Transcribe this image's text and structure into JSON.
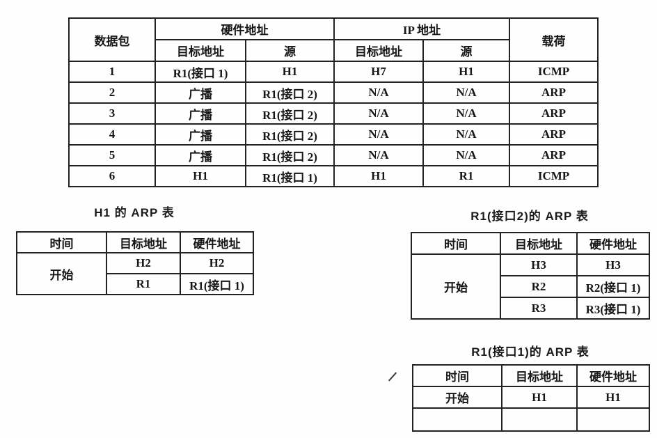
{
  "packet_table": {
    "headers": {
      "packet": "数据包",
      "hardware_group": "硬件地址",
      "ip_group": "IP 地址",
      "payload": "载荷",
      "hw_dest": "目标地址",
      "hw_src": "源",
      "ip_dest": "目标地址",
      "ip_src": "源"
    },
    "rows": [
      [
        "1",
        "R1(接口 1)",
        "H1",
        "H7",
        "H1",
        "ICMP"
      ],
      [
        "2",
        "广播",
        "R1(接口 2)",
        "N/A",
        "N/A",
        "ARP"
      ],
      [
        "3",
        "广播",
        "R1(接口 2)",
        "N/A",
        "N/A",
        "ARP"
      ],
      [
        "4",
        "广播",
        "R1(接口 2)",
        "N/A",
        "N/A",
        "ARP"
      ],
      [
        "5",
        "广播",
        "R1(接口 2)",
        "N/A",
        "N/A",
        "ARP"
      ],
      [
        "6",
        "H1",
        "R1(接口 1)",
        "H1",
        "R1",
        "ICMP"
      ]
    ]
  },
  "h1_arp": {
    "title": "H1 的 ARP 表",
    "headers": {
      "time": "时间",
      "dest": "目标地址",
      "hw": "硬件地址"
    },
    "time_value": "开始",
    "rows": [
      [
        "H2",
        "H2"
      ],
      [
        "R1",
        "R1(接口 1)"
      ]
    ]
  },
  "r1_if2_arp": {
    "title": "R1(接口2)的 ARP 表",
    "headers": {
      "time": "时间",
      "dest": "目标地址",
      "hw": "硬件地址"
    },
    "time_value": "开始",
    "rows": [
      [
        "H3",
        "H3"
      ],
      [
        "R2",
        "R2(接口 1)"
      ],
      [
        "R3",
        "R3(接口 1)"
      ]
    ]
  },
  "r1_if1_arp": {
    "title": "R1(接口1)的 ARP 表",
    "headers": {
      "time": "时间",
      "dest": "目标地址",
      "hw": "硬件地址"
    },
    "time_value": "开始",
    "rows": [
      [
        "H1",
        "H1"
      ],
      [
        "",
        ""
      ]
    ]
  }
}
